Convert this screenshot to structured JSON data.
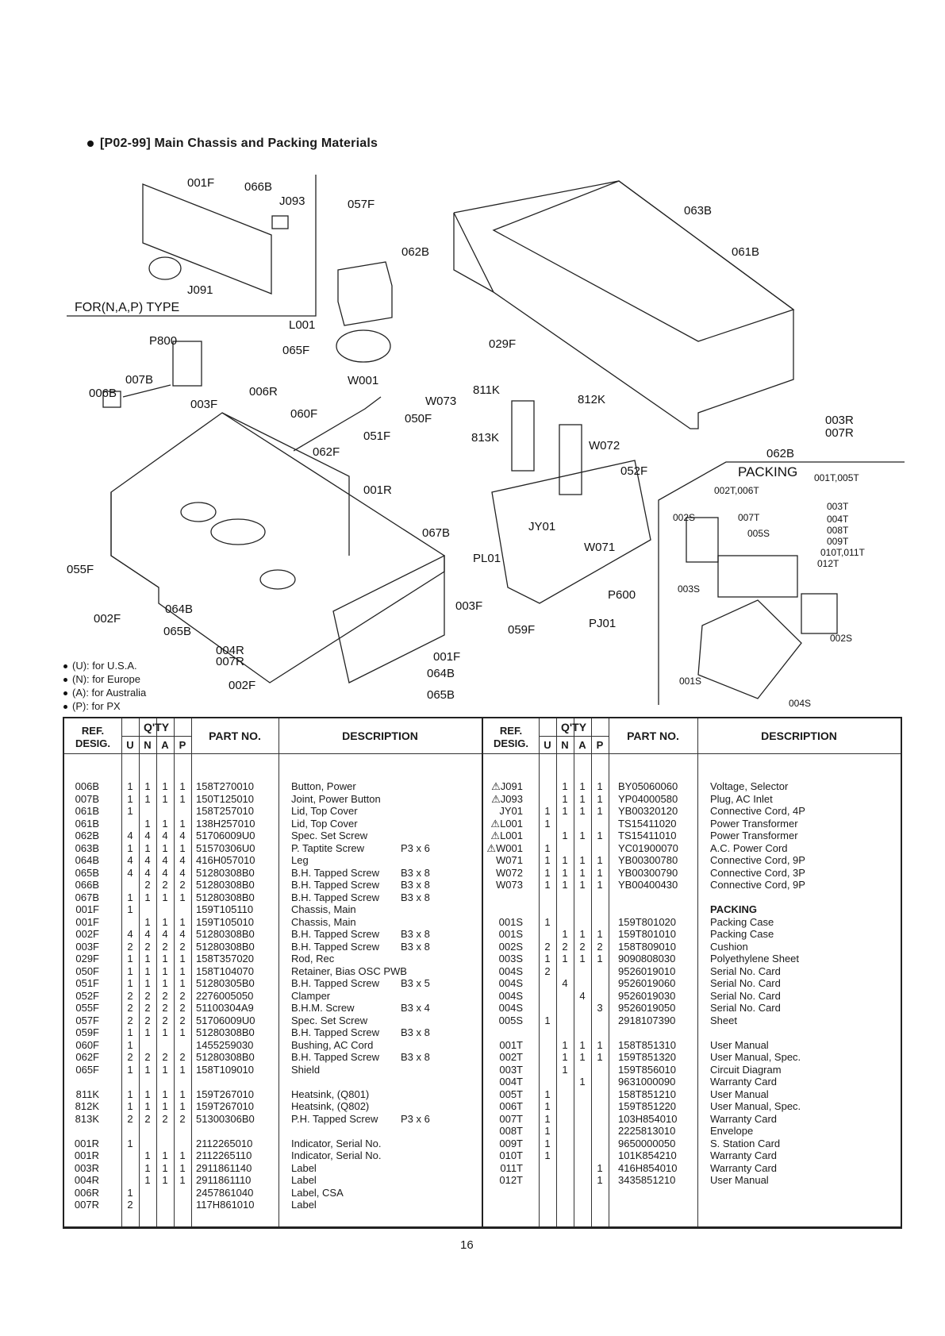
{
  "section": {
    "title": "[P02-99] Main Chassis and Packing Materials"
  },
  "diagram": {
    "inset_type": "FOR(N,A,P) TYPE",
    "callouts": [
      "001F",
      "066B",
      "J093",
      "057F",
      "063B",
      "061B",
      "062B",
      "J091",
      "L001",
      "065F",
      "P800",
      "007B",
      "006B",
      "003F",
      "006R",
      "W001",
      "029F",
      "811K",
      "060F",
      "W073",
      "050F",
      "812K",
      "051F",
      "062F",
      "813K",
      "W072",
      "052F",
      "001R",
      "067B",
      "JY01",
      "W071",
      "055F",
      "PL01",
      "P600",
      "003F",
      "002F",
      "064B",
      "065B",
      "059F",
      "PJ01",
      "004R",
      "007R",
      "001F",
      "064B",
      "065B",
      "002F",
      "003R",
      "007R",
      "062B",
      "PACKING",
      "001T,005T",
      "002T,006T",
      "003T",
      "004T",
      "008T",
      "009T",
      "010T,011T",
      "012T",
      "007T",
      "005S",
      "002S",
      "003S",
      "002S",
      "001S",
      "004S"
    ]
  },
  "legend": [
    "(U): for U.S.A.",
    "(N): for Europe",
    "(A): for Australia",
    "(P): for PX"
  ],
  "table_headers": {
    "ref": "REF.",
    "desig": "DESIG.",
    "qty": "Q'TY",
    "u": "U",
    "n": "N",
    "a": "A",
    "p": "P",
    "part_no": "PART NO.",
    "description_left": "DESCRIPTION",
    "description_right": "DESCRIPTION"
  },
  "left_table": [
    {
      "ref": "006B",
      "u": "1",
      "n": "1",
      "a": "1",
      "p": "1",
      "part": "158T270010",
      "desc": "Button, Power",
      "spec": ""
    },
    {
      "ref": "007B",
      "u": "1",
      "n": "1",
      "a": "1",
      "p": "1",
      "part": "150T125010",
      "desc": "Joint, Power Button",
      "spec": ""
    },
    {
      "ref": "061B",
      "u": "1",
      "n": "",
      "a": "",
      "p": "",
      "part": "158T257010",
      "desc": "Lid, Top Cover",
      "spec": ""
    },
    {
      "ref": "061B",
      "u": "",
      "n": "1",
      "a": "1",
      "p": "1",
      "part": "138H257010",
      "desc": "Lid, Top Cover",
      "spec": ""
    },
    {
      "ref": "062B",
      "u": "4",
      "n": "4",
      "a": "4",
      "p": "4",
      "part": "51706009U0",
      "desc": "Spec. Set Screw",
      "spec": ""
    },
    {
      "ref": "063B",
      "u": "1",
      "n": "1",
      "a": "1",
      "p": "1",
      "part": "51570306U0",
      "desc": "P. Taptite Screw",
      "spec": "P3 x 6"
    },
    {
      "ref": "064B",
      "u": "4",
      "n": "4",
      "a": "4",
      "p": "4",
      "part": "416H057010",
      "desc": "Leg",
      "spec": ""
    },
    {
      "ref": "065B",
      "u": "4",
      "n": "4",
      "a": "4",
      "p": "4",
      "part": "51280308B0",
      "desc": "B.H. Tapped Screw",
      "spec": "B3 x 8"
    },
    {
      "ref": "066B",
      "u": "",
      "n": "2",
      "a": "2",
      "p": "2",
      "part": "51280308B0",
      "desc": "B.H. Tapped Screw",
      "spec": "B3 x 8"
    },
    {
      "ref": "067B",
      "u": "1",
      "n": "1",
      "a": "1",
      "p": "1",
      "part": "51280308B0",
      "desc": "B.H. Tapped Screw",
      "spec": "B3 x 8"
    },
    {
      "ref": "001F",
      "u": "1",
      "n": "",
      "a": "",
      "p": "",
      "part": "159T105110",
      "desc": "Chassis, Main",
      "spec": ""
    },
    {
      "ref": "001F",
      "u": "",
      "n": "1",
      "a": "1",
      "p": "1",
      "part": "159T105010",
      "desc": "Chassis, Main",
      "spec": ""
    },
    {
      "ref": "002F",
      "u": "4",
      "n": "4",
      "a": "4",
      "p": "4",
      "part": "51280308B0",
      "desc": "B.H. Tapped Screw",
      "spec": "B3 x 8"
    },
    {
      "ref": "003F",
      "u": "2",
      "n": "2",
      "a": "2",
      "p": "2",
      "part": "51280308B0",
      "desc": "B.H. Tapped Screw",
      "spec": "B3 x 8"
    },
    {
      "ref": "029F",
      "u": "1",
      "n": "1",
      "a": "1",
      "p": "1",
      "part": "158T357020",
      "desc": "Rod, Rec",
      "spec": ""
    },
    {
      "ref": "050F",
      "u": "1",
      "n": "1",
      "a": "1",
      "p": "1",
      "part": "158T104070",
      "desc": "Retainer, Bias OSC PWB",
      "spec": ""
    },
    {
      "ref": "051F",
      "u": "1",
      "n": "1",
      "a": "1",
      "p": "1",
      "part": "51280305B0",
      "desc": "B.H. Tapped Screw",
      "spec": "B3 x 5"
    },
    {
      "ref": "052F",
      "u": "2",
      "n": "2",
      "a": "2",
      "p": "2",
      "part": "2276005050",
      "desc": "Clamper",
      "spec": ""
    },
    {
      "ref": "055F",
      "u": "2",
      "n": "2",
      "a": "2",
      "p": "2",
      "part": "51100304A9",
      "desc": "B.H.M. Screw",
      "spec": "B3 x 4"
    },
    {
      "ref": "057F",
      "u": "2",
      "n": "2",
      "a": "2",
      "p": "2",
      "part": "51706009U0",
      "desc": "Spec. Set Screw",
      "spec": ""
    },
    {
      "ref": "059F",
      "u": "1",
      "n": "1",
      "a": "1",
      "p": "1",
      "part": "51280308B0",
      "desc": "B.H. Tapped Screw",
      "spec": "B3 x 8"
    },
    {
      "ref": "060F",
      "u": "1",
      "n": "",
      "a": "",
      "p": "",
      "part": "1455259030",
      "desc": "Bushing, AC Cord",
      "spec": ""
    },
    {
      "ref": "062F",
      "u": "2",
      "n": "2",
      "a": "2",
      "p": "2",
      "part": "51280308B0",
      "desc": "B.H. Tapped Screw",
      "spec": "B3 x 8"
    },
    {
      "ref": "065F",
      "u": "1",
      "n": "1",
      "a": "1",
      "p": "1",
      "part": "158T109010",
      "desc": "Shield",
      "spec": ""
    },
    {
      "ref": "",
      "u": "",
      "n": "",
      "a": "",
      "p": "",
      "part": "",
      "desc": "",
      "spec": ""
    },
    {
      "ref": "811K",
      "u": "1",
      "n": "1",
      "a": "1",
      "p": "1",
      "part": "159T267010",
      "desc": "Heatsink, (Q801)",
      "spec": ""
    },
    {
      "ref": "812K",
      "u": "1",
      "n": "1",
      "a": "1",
      "p": "1",
      "part": "159T267010",
      "desc": "Heatsink, (Q802)",
      "spec": ""
    },
    {
      "ref": "813K",
      "u": "2",
      "n": "2",
      "a": "2",
      "p": "2",
      "part": "51300306B0",
      "desc": "P.H. Tapped Screw",
      "spec": "P3 x 6"
    },
    {
      "ref": "",
      "u": "",
      "n": "",
      "a": "",
      "p": "",
      "part": "",
      "desc": "",
      "spec": ""
    },
    {
      "ref": "001R",
      "u": "1",
      "n": "",
      "a": "",
      "p": "",
      "part": "2112265010",
      "desc": "Indicator, Serial No.",
      "spec": ""
    },
    {
      "ref": "001R",
      "u": "",
      "n": "1",
      "a": "1",
      "p": "1",
      "part": "2112265110",
      "desc": "Indicator, Serial No.",
      "spec": ""
    },
    {
      "ref": "003R",
      "u": "",
      "n": "1",
      "a": "1",
      "p": "1",
      "part": "2911861140",
      "desc": "Label",
      "spec": ""
    },
    {
      "ref": "004R",
      "u": "",
      "n": "1",
      "a": "1",
      "p": "1",
      "part": "2911861110",
      "desc": "Label",
      "spec": ""
    },
    {
      "ref": "006R",
      "u": "1",
      "n": "",
      "a": "",
      "p": "",
      "part": "2457861040",
      "desc": "Label, CSA",
      "spec": ""
    },
    {
      "ref": "007R",
      "u": "2",
      "n": "",
      "a": "",
      "p": "",
      "part": "117H861010",
      "desc": "Label",
      "spec": ""
    }
  ],
  "right_table": [
    {
      "ref": "⚠J091",
      "u": "",
      "n": "1",
      "a": "1",
      "p": "1",
      "part": "BY05060060",
      "desc": "Voltage, Selector",
      "section": false
    },
    {
      "ref": "⚠J093",
      "u": "",
      "n": "1",
      "a": "1",
      "p": "1",
      "part": "YP04000580",
      "desc": "Plug, AC Inlet",
      "section": false
    },
    {
      "ref": "JY01",
      "u": "1",
      "n": "1",
      "a": "1",
      "p": "1",
      "part": "YB00320120",
      "desc": "Connective Cord, 4P",
      "section": false
    },
    {
      "ref": "⚠L001",
      "u": "1",
      "n": "",
      "a": "",
      "p": "",
      "part": "TS15411020",
      "desc": "Power Transformer",
      "section": false
    },
    {
      "ref": "⚠L001",
      "u": "",
      "n": "1",
      "a": "1",
      "p": "1",
      "part": "TS15411010",
      "desc": "Power Transformer",
      "section": false
    },
    {
      "ref": "⚠W001",
      "u": "1",
      "n": "",
      "a": "",
      "p": "",
      "part": "YC01900070",
      "desc": "A.C. Power Cord",
      "section": false
    },
    {
      "ref": "W071",
      "u": "1",
      "n": "1",
      "a": "1",
      "p": "1",
      "part": "YB00300780",
      "desc": "Connective Cord, 9P",
      "section": false
    },
    {
      "ref": "W072",
      "u": "1",
      "n": "1",
      "a": "1",
      "p": "1",
      "part": "YB00300790",
      "desc": "Connective Cord, 3P",
      "section": false
    },
    {
      "ref": "W073",
      "u": "1",
      "n": "1",
      "a": "1",
      "p": "1",
      "part": "YB00400430",
      "desc": "Connective Cord, 9P",
      "section": false
    },
    {
      "ref": "",
      "u": "",
      "n": "",
      "a": "",
      "p": "",
      "part": "",
      "desc": "",
      "section": false
    },
    {
      "ref": "",
      "u": "",
      "n": "",
      "a": "",
      "p": "",
      "part": "",
      "desc": "PACKING",
      "section": true
    },
    {
      "ref": "001S",
      "u": "1",
      "n": "",
      "a": "",
      "p": "",
      "part": "159T801020",
      "desc": "Packing Case",
      "section": false
    },
    {
      "ref": "001S",
      "u": "",
      "n": "1",
      "a": "1",
      "p": "1",
      "part": "159T801010",
      "desc": "Packing Case",
      "section": false
    },
    {
      "ref": "002S",
      "u": "2",
      "n": "2",
      "a": "2",
      "p": "2",
      "part": "158T809010",
      "desc": "Cushion",
      "section": false
    },
    {
      "ref": "003S",
      "u": "1",
      "n": "1",
      "a": "1",
      "p": "1",
      "part": "9090808030",
      "desc": "Polyethylene Sheet",
      "section": false
    },
    {
      "ref": "004S",
      "u": "2",
      "n": "",
      "a": "",
      "p": "",
      "part": "9526019010",
      "desc": "Serial No. Card",
      "section": false
    },
    {
      "ref": "004S",
      "u": "",
      "n": "4",
      "a": "",
      "p": "",
      "part": "9526019060",
      "desc": "Serial No. Card",
      "section": false
    },
    {
      "ref": "004S",
      "u": "",
      "n": "",
      "a": "4",
      "p": "",
      "part": "9526019030",
      "desc": "Serial No. Card",
      "section": false
    },
    {
      "ref": "004S",
      "u": "",
      "n": "",
      "a": "",
      "p": "3",
      "part": "9526019050",
      "desc": "Serial No. Card",
      "section": false
    },
    {
      "ref": "005S",
      "u": "1",
      "n": "",
      "a": "",
      "p": "",
      "part": "2918107390",
      "desc": "Sheet",
      "section": false
    },
    {
      "ref": "",
      "u": "",
      "n": "",
      "a": "",
      "p": "",
      "part": "",
      "desc": "",
      "section": false
    },
    {
      "ref": "001T",
      "u": "",
      "n": "1",
      "a": "1",
      "p": "1",
      "part": "158T851310",
      "desc": "User Manual",
      "section": false
    },
    {
      "ref": "002T",
      "u": "",
      "n": "1",
      "a": "1",
      "p": "1",
      "part": "159T851320",
      "desc": "User Manual, Spec.",
      "section": false
    },
    {
      "ref": "003T",
      "u": "",
      "n": "1",
      "a": "",
      "p": "",
      "part": "159T856010",
      "desc": "Circuit Diagram",
      "section": false
    },
    {
      "ref": "004T",
      "u": "",
      "n": "",
      "a": "1",
      "p": "",
      "part": "9631000090",
      "desc": "Warranty Card",
      "section": false
    },
    {
      "ref": "005T",
      "u": "1",
      "n": "",
      "a": "",
      "p": "",
      "part": "158T851210",
      "desc": "User Manual",
      "section": false
    },
    {
      "ref": "006T",
      "u": "1",
      "n": "",
      "a": "",
      "p": "",
      "part": "159T851220",
      "desc": "User Manual, Spec.",
      "section": false
    },
    {
      "ref": "007T",
      "u": "1",
      "n": "",
      "a": "",
      "p": "",
      "part": "103H854010",
      "desc": "Warranty Card",
      "section": false
    },
    {
      "ref": "008T",
      "u": "1",
      "n": "",
      "a": "",
      "p": "",
      "part": "2225813010",
      "desc": "Envelope",
      "section": false
    },
    {
      "ref": "009T",
      "u": "1",
      "n": "",
      "a": "",
      "p": "",
      "part": "9650000050",
      "desc": "S. Station Card",
      "section": false
    },
    {
      "ref": "010T",
      "u": "1",
      "n": "",
      "a": "",
      "p": "",
      "part": "101K854210",
      "desc": "Warranty Card",
      "section": false
    },
    {
      "ref": "011T",
      "u": "",
      "n": "",
      "a": "",
      "p": "1",
      "part": "416H854010",
      "desc": "Warranty Card",
      "section": false
    },
    {
      "ref": "012T",
      "u": "",
      "n": "",
      "a": "",
      "p": "1",
      "part": "3435851210",
      "desc": "User Manual",
      "section": false
    }
  ],
  "page_number": "16"
}
